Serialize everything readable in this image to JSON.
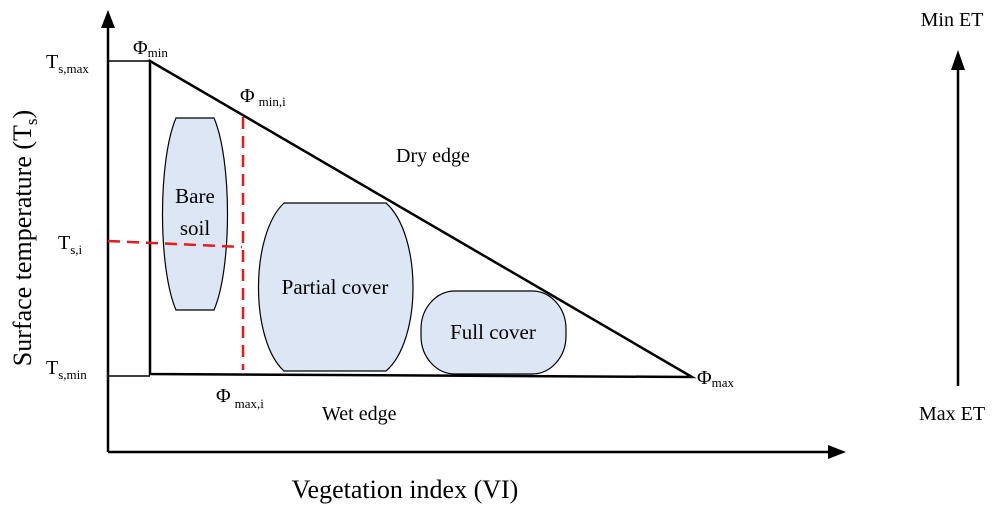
{
  "axes": {
    "x_title": "Vegetation index (VI)",
    "y_title_main": "Surface temperature (T",
    "y_title_sub": "s",
    "y_title_close": ")"
  },
  "y_ticks": {
    "ts_max": {
      "main": "T",
      "sub": "s,max"
    },
    "ts_i": {
      "main": "T",
      "sub": "s,i"
    },
    "ts_min": {
      "main": "T",
      "sub": "s,min"
    }
  },
  "phi_labels": {
    "phi_min": {
      "main": "Φ",
      "sub": "min"
    },
    "phi_min_i": {
      "main": "Φ",
      "sub": "min,i"
    },
    "phi_max_i": {
      "main": "Φ",
      "sub": "max,i"
    },
    "phi_max": {
      "main": "Φ",
      "sub": "max"
    }
  },
  "edges": {
    "dry": "Dry edge",
    "wet": "Wet edge"
  },
  "regions": {
    "bare_line1": "Bare",
    "bare_line2": "soil",
    "partial": "Partial cover",
    "full": "Full cover"
  },
  "et_scale": {
    "top": "Min ET",
    "bottom": "Max ET"
  },
  "colors": {
    "region_fill": "#dde6f5",
    "dashed_line": "#e8191b",
    "line": "#000000"
  }
}
